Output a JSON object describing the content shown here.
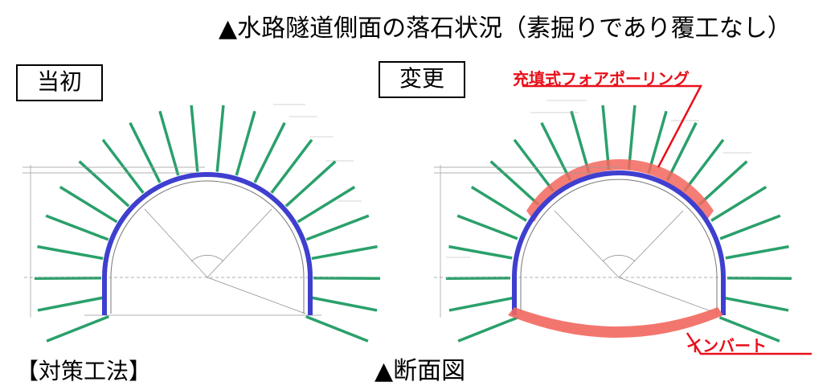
{
  "title": "▲水路隧道側面の落石状況（素掘りであり覆工なし）",
  "labels": {
    "initial": "当初",
    "change": "変更"
  },
  "callouts": {
    "fill_forepoling": "充填式フォアポーリング",
    "invert": "インバート"
  },
  "footer": {
    "left": "【対策工法】",
    "middle": "▲断面図"
  },
  "colors": {
    "bolt": "#2aa06b",
    "lining": "#3f3fcf",
    "fill_zone": "#f2675e",
    "callout": "#e8101a"
  }
}
